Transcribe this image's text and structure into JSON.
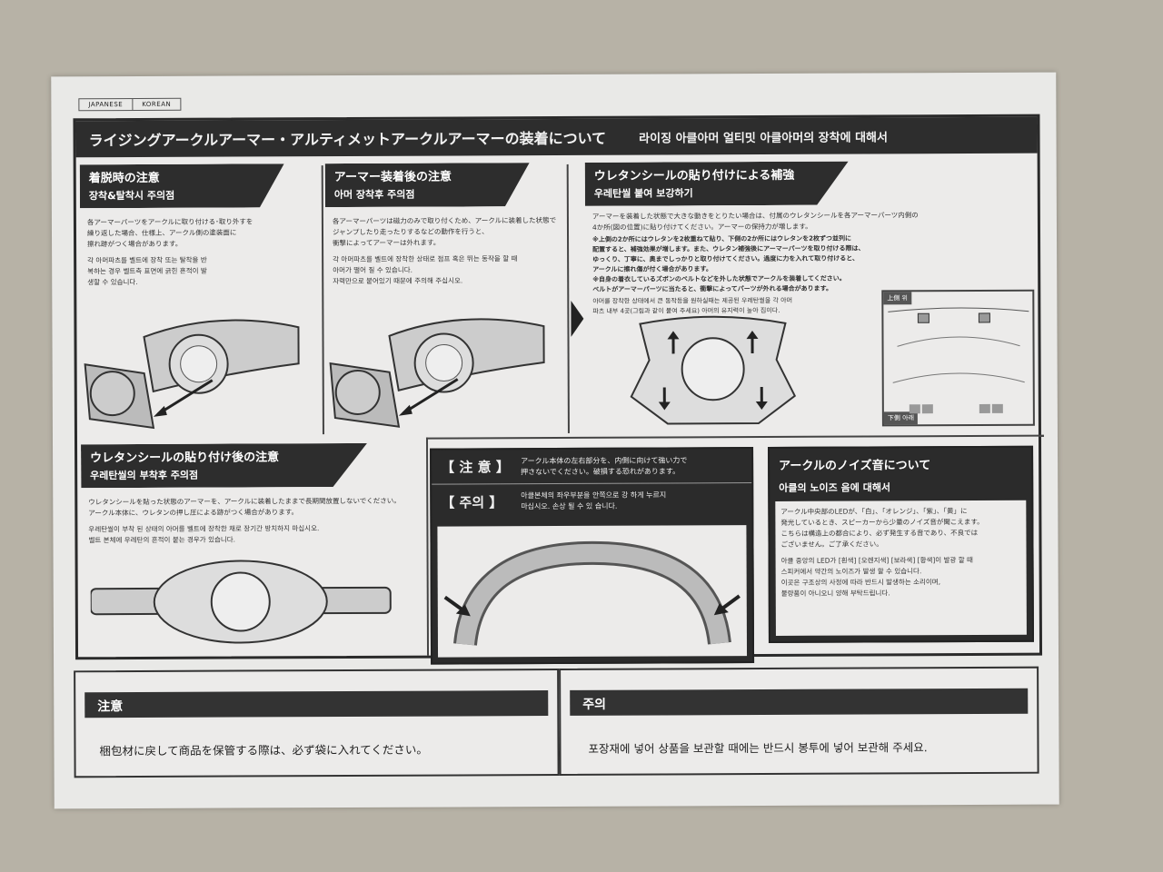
{
  "languages": [
    "JAPANESE",
    "KOREAN"
  ],
  "title": {
    "jp": "ライジングアークルアーマー・アルティメットアークルアーマーの装着について",
    "kr": "라이징 아클아머 얼티밋 아클아머의 장착에 대해서"
  },
  "panels": {
    "p1": {
      "jp": "着脱時の注意",
      "kr": "장착&탈착시 주의점",
      "text_jp": [
        "各アーマーパーツをアークルに取り付ける･取り外すを",
        "繰り返した場合、仕様上、アークル側の塗装面に",
        "擦れ跡がつく場合があります。"
      ],
      "text_kr": [
        "각 아머파츠를 벨트에 장착 또는 탈착을 반",
        "복하는 경우 벨트측 표면에 긁힌 흔적이 발",
        "생할 수 있습니다."
      ]
    },
    "p2": {
      "jp": "アーマー装着後の注意",
      "kr": "아머 장착후 주의점",
      "text_jp": [
        "各アーマーパーツは磁力のみで取り付くため、アークルに装着した状態で",
        "ジャンプしたり走ったりするなどの動作を行うと、",
        "衝撃によってアーマーは外れます。"
      ],
      "text_kr": [
        "각 아머파츠를 벨트에 장착한 상태로 점프 혹은 뛰는 동작을 할 때",
        "아머가 떨어 질 수 있습니다.",
        "자력만으로 붙어있기 때문에 주의해 주십시오."
      ]
    },
    "p3": {
      "jp": "ウレタンシールの貼り付けによる補強",
      "kr": "우레탄씰 붙여 보강하기",
      "text_jp": [
        "アーマーを装着した状態で大きな動きをとりたい場合は、付属のウレタンシールを各アーマーパーツ内側の",
        "4か所(図の位置)に貼り付けてください。アーマーの保持力が増します。"
      ],
      "note_jp": [
        "※上側の2か所にはウレタンを2枚重ねて貼り、下側の2か所にはウレタンを2枚ずつ並列に",
        "配置すると、補強効果が増します。また、ウレタン補強後にアーマーパーツを取り付ける際は、",
        "ゆっくり、丁寧に、奥までしっかりと取り付けてください。過度に力を入れて取り付けると、",
        "アークルに擦れ傷が付く場合があります。",
        "※自身の着衣しているズボンのベルトなどを外した状態でアークルを装着してください。",
        "ベルトがアーマーパーツに当たると、衝撃によってパーツが外れる場合があります。"
      ],
      "text_kr": [
        "아머를 장착한 상태에서 큰 동작등을 원하실때는 제공된 우레탄씰을 각 아머",
        "파츠 내부 4곳(그림과 같이 붙여 주세요) 아머의 유지력이 높아 집이다."
      ],
      "upper_label": "上側 위",
      "lower_label": "下側 아래"
    },
    "p4": {
      "jp": "ウレタンシールの貼り付け後の注意",
      "kr": "우레탄씰의 부착후 주의점",
      "text_jp": [
        "ウレタンシールを貼った状態のアーマーを、アークルに装着したままで長期間放置しないでください。",
        "アークル本体に、ウレタンの押し圧による跡がつく場合があります。"
      ],
      "text_kr": [
        "우레탄씰이 부착 된 상태의 아머를 벨트에 장착한 채로 장기간 방치하지 마십시오.",
        "벨트 본체에 우레탄의 흔적이 붙는 경우가 있습니다."
      ]
    },
    "p5": {
      "jp_label": "【 注 意 】",
      "jp_text": [
        "アークル本体の左右部分を、内側に向けて強い力で",
        "押さないでください。破損する恐れがあります。"
      ],
      "kr_label": "【 주의 】",
      "kr_text": [
        "아클본체의 좌우부분을 안쪽으로 강 하게 누르지",
        "마십시오. 손상 될 수 있 습니다."
      ]
    },
    "p6": {
      "jp": "アークルのノイズ音について",
      "kr": "아클의 노이즈 음에 대해서",
      "text_jp": [
        "アークル中央部のLEDが、「白」、「オレンジ」、「紫」、「黄」に",
        "発光しているとき、スピーカーから少量のノイズ音が聞こえます。",
        "こちらは構造上の都合により、必ず発生する音であり、不良では",
        "ございません。ご了承ください。"
      ],
      "text_kr": [
        "아클 중앙의 LED가 [흰색] [오렌지색] [보라색] [황색]이 발광 할 때",
        "스피커에서 약간의 노이즈가 발생 할 수 있습니다.",
        "이곳은 구조상의 사정에 따라 반드시 발생하는 소리이며,",
        "불량품이 아니오니 양해 부탁드립니다."
      ]
    }
  },
  "bottom": {
    "jp": {
      "heading": "注意",
      "text": "梱包材に戻して商品を保管する際は、必ず袋に入れてください。"
    },
    "kr": {
      "heading": "주의",
      "text": "포장재에 넣어 상품을 보관할 때에는 반드시 봉투에 넣어 보관해 주세요."
    }
  }
}
